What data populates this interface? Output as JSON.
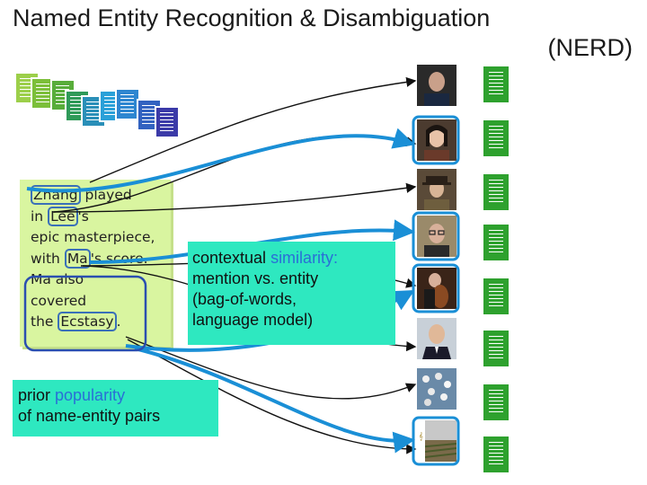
{
  "title": {
    "line1": "Named Entity Recognition & Disambiguation",
    "line2": "(NERD)"
  },
  "note": {
    "lines": [
      {
        "pre": "",
        "mention": "Zhang",
        "post": " played"
      },
      {
        "pre": "in ",
        "mention": "Lee",
        "post": "'s"
      },
      {
        "pre": "epic masterpiece,",
        "mention": "",
        "post": ""
      },
      {
        "pre": "with ",
        "mention": "Ma",
        "post": "'s score."
      },
      {
        "pre": "Ma also",
        "mention": "",
        "post": ""
      },
      {
        "pre": "covered",
        "mention": "",
        "post": ""
      },
      {
        "pre": "the ",
        "mention": "Ecstasy",
        "post": "."
      }
    ]
  },
  "context_box": {
    "line1_pre": "contextual ",
    "line1_highlight": "similarity:",
    "line2": "mention vs. entity",
    "line3": "(bag-of-words,",
    "line4": "language model)"
  },
  "prior_box": {
    "line1_pre": "prior ",
    "line1_highlight": "popularity",
    "line2": "of name-entity pairs"
  },
  "colors": {
    "accent_box": "#2ee8c0",
    "highlight_text": "#2a6fd6",
    "arrow_blue": "#1a8fd6",
    "arrow_black": "#111111",
    "note": "#d9f5a0",
    "doc_green": "#2ea12e"
  },
  "entities": [
    {
      "photo": "man-portrait"
    },
    {
      "photo": "woman-portrait"
    },
    {
      "photo": "man-in-hat"
    },
    {
      "photo": "man-with-glasses"
    },
    {
      "photo": "cellist"
    },
    {
      "photo": "man-in-suit"
    },
    {
      "photo": "pills"
    },
    {
      "photo": "vineyard"
    }
  ]
}
